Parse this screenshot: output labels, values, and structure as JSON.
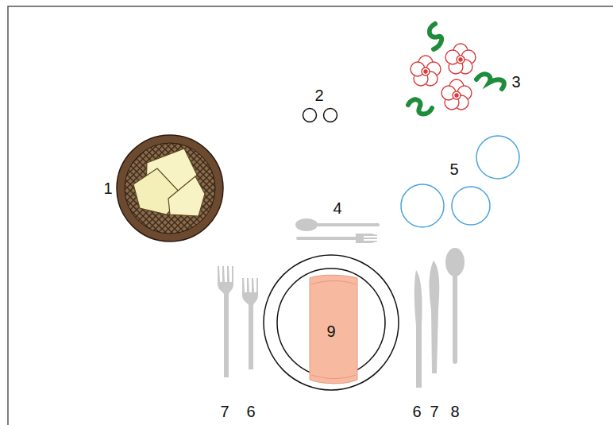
{
  "diagram": {
    "labels": [
      "3",
      "2",
      "5",
      "1",
      "4",
      "9",
      "7",
      "6",
      "6",
      "7",
      "8"
    ]
  }
}
